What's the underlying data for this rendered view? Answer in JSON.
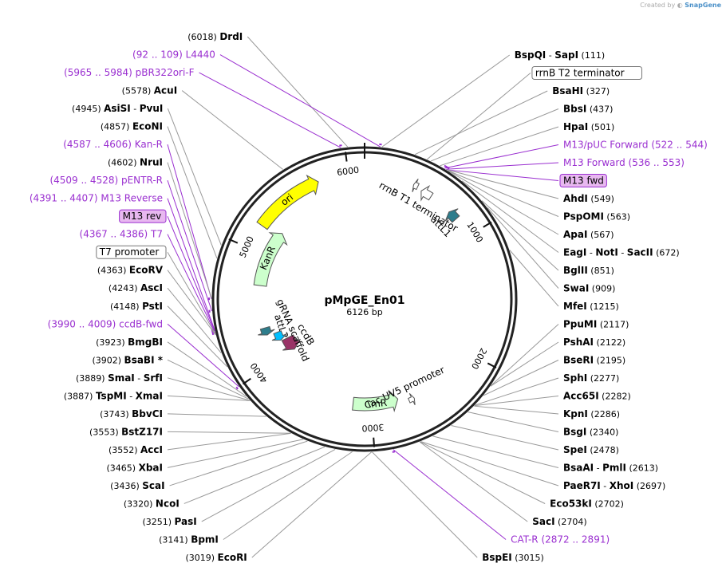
{
  "attribution": {
    "created_by": "Created by",
    "brand": "SnapGene"
  },
  "map": {
    "name": "pMpGE_En01",
    "length_label": "6126 bp",
    "length": 6126
  },
  "ticks": [
    {
      "pos": 1000,
      "label": "1000"
    },
    {
      "pos": 2000,
      "label": "2000"
    },
    {
      "pos": 3000,
      "label": "3000"
    },
    {
      "pos": 4000,
      "label": "4000"
    },
    {
      "pos": 5000,
      "label": "5000"
    },
    {
      "pos": 6000,
      "label": "6000"
    }
  ],
  "features": [
    {
      "name": "ori",
      "start": 5200,
      "end": 5760,
      "color": "#ffff00",
      "label": "ori"
    },
    {
      "name": "KanR",
      "start": 4720,
      "end": 5250,
      "color": "#ccffcc",
      "label": "KanR"
    },
    {
      "name": "CmR",
      "start": 2750,
      "end": 3170,
      "color": "#ccffcc",
      "label": "CmR"
    },
    {
      "name": "ccdB",
      "start": 3990,
      "end": 4140,
      "color": "#993366",
      "label": "ccdB"
    },
    {
      "name": "attL1",
      "start": 750,
      "end": 830,
      "color": "#2e7d8c",
      "label": "attL1"
    },
    {
      "name": "attL2",
      "start": 4250,
      "end": 4320,
      "color": "#2e7d8c",
      "label": "attL2"
    },
    {
      "name": "gRNA scaffold",
      "start": 4150,
      "end": 4240,
      "color": "#00bfff",
      "label": "gRNA scaffold"
    },
    {
      "name": "rrnB T1 terminator",
      "start": 470,
      "end": 560,
      "color": "#ffffff",
      "label": "rrnB T1 terminator"
    },
    {
      "name": "rrnB T2 terminator",
      "start": 395,
      "end": 430,
      "color": "#ffffff",
      "label": ""
    },
    {
      "name": "lac UV5 promoter",
      "start": 2610,
      "end": 2660,
      "color": "#ffffff",
      "label": "lac UV5 promoter"
    }
  ],
  "right_labels": [
    {
      "name": "BspQI",
      "name2": "SapI",
      "pos_label": "(111)",
      "site": 111
    },
    {
      "boxed": "rrnB T2 terminator",
      "site": 410
    },
    {
      "name": "BsaHI",
      "pos_label": "(327)",
      "site": 327
    },
    {
      "name": "BbsI",
      "pos_label": "(437)",
      "site": 437
    },
    {
      "name": "HpaI",
      "pos_label": "(501)",
      "site": 501
    },
    {
      "primer": "M13/pUC Forward",
      "range": "(522 .. 544)",
      "site": 533
    },
    {
      "primer": "M13 Forward",
      "range": "(536 .. 553)",
      "site": 545
    },
    {
      "boxed_purple": "M13 fwd",
      "site": 553
    },
    {
      "name": "AhdI",
      "pos_label": "(549)",
      "site": 549
    },
    {
      "name": "PspOMI",
      "pos_label": "(563)",
      "site": 563
    },
    {
      "name": "ApaI",
      "pos_label": "(567)",
      "site": 567
    },
    {
      "name": "EagI",
      "name2": "NotI",
      "name3": "SacII",
      "pos_label": "(672)",
      "site": 672
    },
    {
      "name": "BglII",
      "pos_label": "(851)",
      "site": 851
    },
    {
      "name": "SwaI",
      "pos_label": "(909)",
      "site": 909
    },
    {
      "name": "MfeI",
      "pos_label": "(1215)",
      "site": 1215
    },
    {
      "name": "PpuMI",
      "pos_label": "(2117)",
      "site": 2117
    },
    {
      "name": "PshAI",
      "pos_label": "(2122)",
      "site": 2122
    },
    {
      "name": "BseRI",
      "pos_label": "(2195)",
      "site": 2195
    },
    {
      "name": "SphI",
      "pos_label": "(2277)",
      "site": 2277
    },
    {
      "name": "Acc65I",
      "pos_label": "(2282)",
      "site": 2282
    },
    {
      "name": "KpnI",
      "pos_label": "(2286)",
      "site": 2286
    },
    {
      "name": "BsgI",
      "pos_label": "(2340)",
      "site": 2340
    },
    {
      "name": "SpeI",
      "pos_label": "(2478)",
      "site": 2478
    },
    {
      "name": "BsaAI",
      "name2": "PmlI",
      "pos_label": "(2613)",
      "site": 2613
    },
    {
      "name": "PaeR7I",
      "name2": "XhoI",
      "pos_label": "(2697)",
      "site": 2697
    },
    {
      "name": "Eco53kI",
      "pos_label": "(2702)",
      "site": 2702
    },
    {
      "name": "SacI",
      "pos_label": "(2704)",
      "site": 2704
    },
    {
      "primer": "CAT-R",
      "range": "(2872 .. 2891)",
      "site": 2880
    },
    {
      "name": "BspEI",
      "pos_label": "(3015)",
      "site": 3015
    }
  ],
  "left_labels": [
    {
      "name": "DrdI",
      "pos_label": "(6018)",
      "site": 6018
    },
    {
      "primer": "L4440",
      "range": "(92 .. 109)",
      "site": 100
    },
    {
      "primer": "pBR322ori-F",
      "range": "(5965 .. 5984)",
      "site": 5975
    },
    {
      "name": "AcuI",
      "pos_label": "(5578)",
      "site": 5578
    },
    {
      "name": "AsiSI",
      "name2": "PvuI",
      "pos_label": "(4945)",
      "site": 4945
    },
    {
      "name": "EcoNI",
      "pos_label": "(4857)",
      "site": 4857
    },
    {
      "primer": "Kan-R",
      "range": "(4587 .. 4606)",
      "site": 4596
    },
    {
      "name": "NruI",
      "pos_label": "(4602)",
      "site": 4602
    },
    {
      "primer": "pENTR-R",
      "range": "(4509 .. 4528)",
      "site": 4518
    },
    {
      "primer": "M13 Reverse",
      "range": "(4391 .. 4407)",
      "site": 4399
    },
    {
      "boxed_purple": "M13 rev",
      "site": 4391
    },
    {
      "primer": "T7",
      "range": "(4367 .. 4386)",
      "site": 4376
    },
    {
      "boxed": "T7 promoter",
      "site": 4370
    },
    {
      "name": "EcoRV",
      "pos_label": "(4363)",
      "site": 4363
    },
    {
      "name": "AscI",
      "pos_label": "(4243)",
      "site": 4243
    },
    {
      "name": "PstI",
      "pos_label": "(4148)",
      "site": 4148
    },
    {
      "primer": "ccdB-fwd",
      "range": "(3990 .. 4009)",
      "site": 4000
    },
    {
      "name": "BmgBI",
      "pos_label": "(3923)",
      "site": 3923
    },
    {
      "name": "BsaBI *",
      "pos_label": "(3902)",
      "site": 3902
    },
    {
      "name": "SmaI",
      "name2": "SrfI",
      "pos_label": "(3889)",
      "site": 3889
    },
    {
      "name": "TspMI",
      "name2": "XmaI",
      "pos_label": "(3887)",
      "site": 3887
    },
    {
      "name": "BbvCI",
      "pos_label": "(3743)",
      "site": 3743
    },
    {
      "name": "BstZ17I",
      "pos_label": "(3553)",
      "site": 3553
    },
    {
      "name": "AccI",
      "pos_label": "(3552)",
      "site": 3552
    },
    {
      "name": "XbaI",
      "pos_label": "(3465)",
      "site": 3465
    },
    {
      "name": "ScaI",
      "pos_label": "(3436)",
      "site": 3436
    },
    {
      "name": "NcoI",
      "pos_label": "(3320)",
      "site": 3320
    },
    {
      "name": "PasI",
      "pos_label": "(3251)",
      "site": 3251
    },
    {
      "name": "BpmI",
      "pos_label": "(3141)",
      "site": 3141
    },
    {
      "name": "EcoRI",
      "pos_label": "(3019)",
      "site": 3019
    }
  ]
}
